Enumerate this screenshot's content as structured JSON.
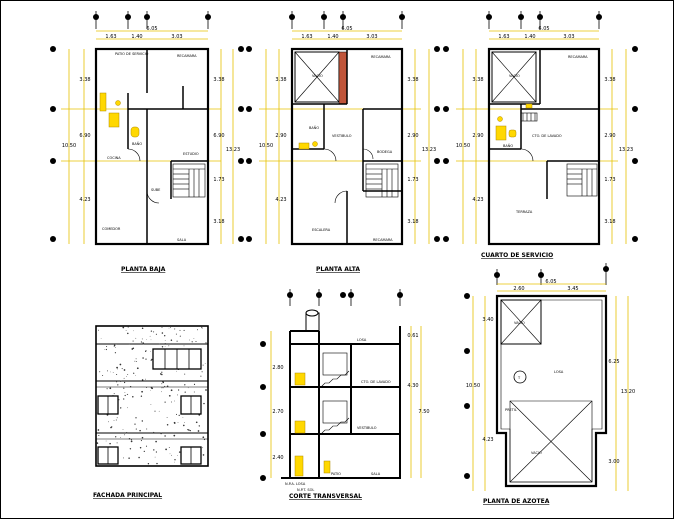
{
  "titles": {
    "planta_baja": "PLANTA BAJA",
    "planta_alta": "PLANTA ALTA",
    "cuarto_servicio": "CUARTO DE SERVICIO",
    "fachada": "FACHADA PRINCIPAL",
    "corte": "CORTE TRANSVERSAL",
    "planta_azotea": "PLANTA DE AZOTEA"
  },
  "dims": {
    "total_width": "6.05",
    "seg1": "1.63",
    "seg2": "1.40",
    "seg3": "3.03",
    "left_top": "3.38",
    "left_mid": "6.90",
    "left_total": "10.50",
    "left_low": "4.23",
    "right_top": "3.38",
    "right_mid": "6.90",
    "right_total": "13.23",
    "right_a": "1.73",
    "right_b": "3.18",
    "pa_left_mid": "2.90",
    "pa_left_total": "10.50",
    "pa_right_total": "13.23",
    "az_total_width": "6.05",
    "az_seg1": "2.60",
    "az_seg2": "3.45",
    "az_left_top": "3.40",
    "az_left_total": "10.50",
    "az_left_low": "4.23",
    "az_right_mid": "6.25",
    "az_right_total": "13.20",
    "az_right_low": "3.00",
    "corte_top": "0.61",
    "corte_mid": "4.30",
    "corte_total": "7.50",
    "corte_l1": "2.80",
    "corte_l2": "2.70",
    "corte_l3": "2.40"
  },
  "rooms_pb": {
    "patio": "PATIO DE SERVICIO",
    "cocina": "COCINA",
    "bano": "BAÑO",
    "comedor": "COMEDOR",
    "sala": "SALA",
    "estudio": "ESTUDIO",
    "recamara": "RECAMARA",
    "sube": "SUBE"
  },
  "rooms_pa": {
    "vacio": "VACIO",
    "recamara": "RECAMARA",
    "vestibulo": "VESTIBULO",
    "bano": "BAÑO",
    "escalera": "ESCALERA",
    "recamara2": "RECAMARA",
    "bodega": "BODEGA"
  },
  "rooms_cs": {
    "vacio": "VACIO",
    "recamara": "RECAMARA",
    "cuarto_lavado": "CTO. DE LAVADO",
    "bano": "BAÑO",
    "terraza": "TERRAZA"
  },
  "corte_labels": {
    "losa": "LOSA",
    "cto_lavado": "CTO. DE LAVADO",
    "vestibulo": "VESTIBULO",
    "nivel_losa": "N.P.A. LOSA",
    "nivel_piso": "N.P.T. SOL",
    "sala": "SALA",
    "patio": "PATIO"
  },
  "azotea_labels": {
    "vacio_top": "VACIO",
    "losa": "LOSA",
    "tinaco": "T",
    "vacio_bot": "VACIO",
    "pretil": "PRETIL"
  },
  "colors": {
    "ink": "#000000",
    "dim": "#e6c200",
    "red": "#ff0000"
  }
}
